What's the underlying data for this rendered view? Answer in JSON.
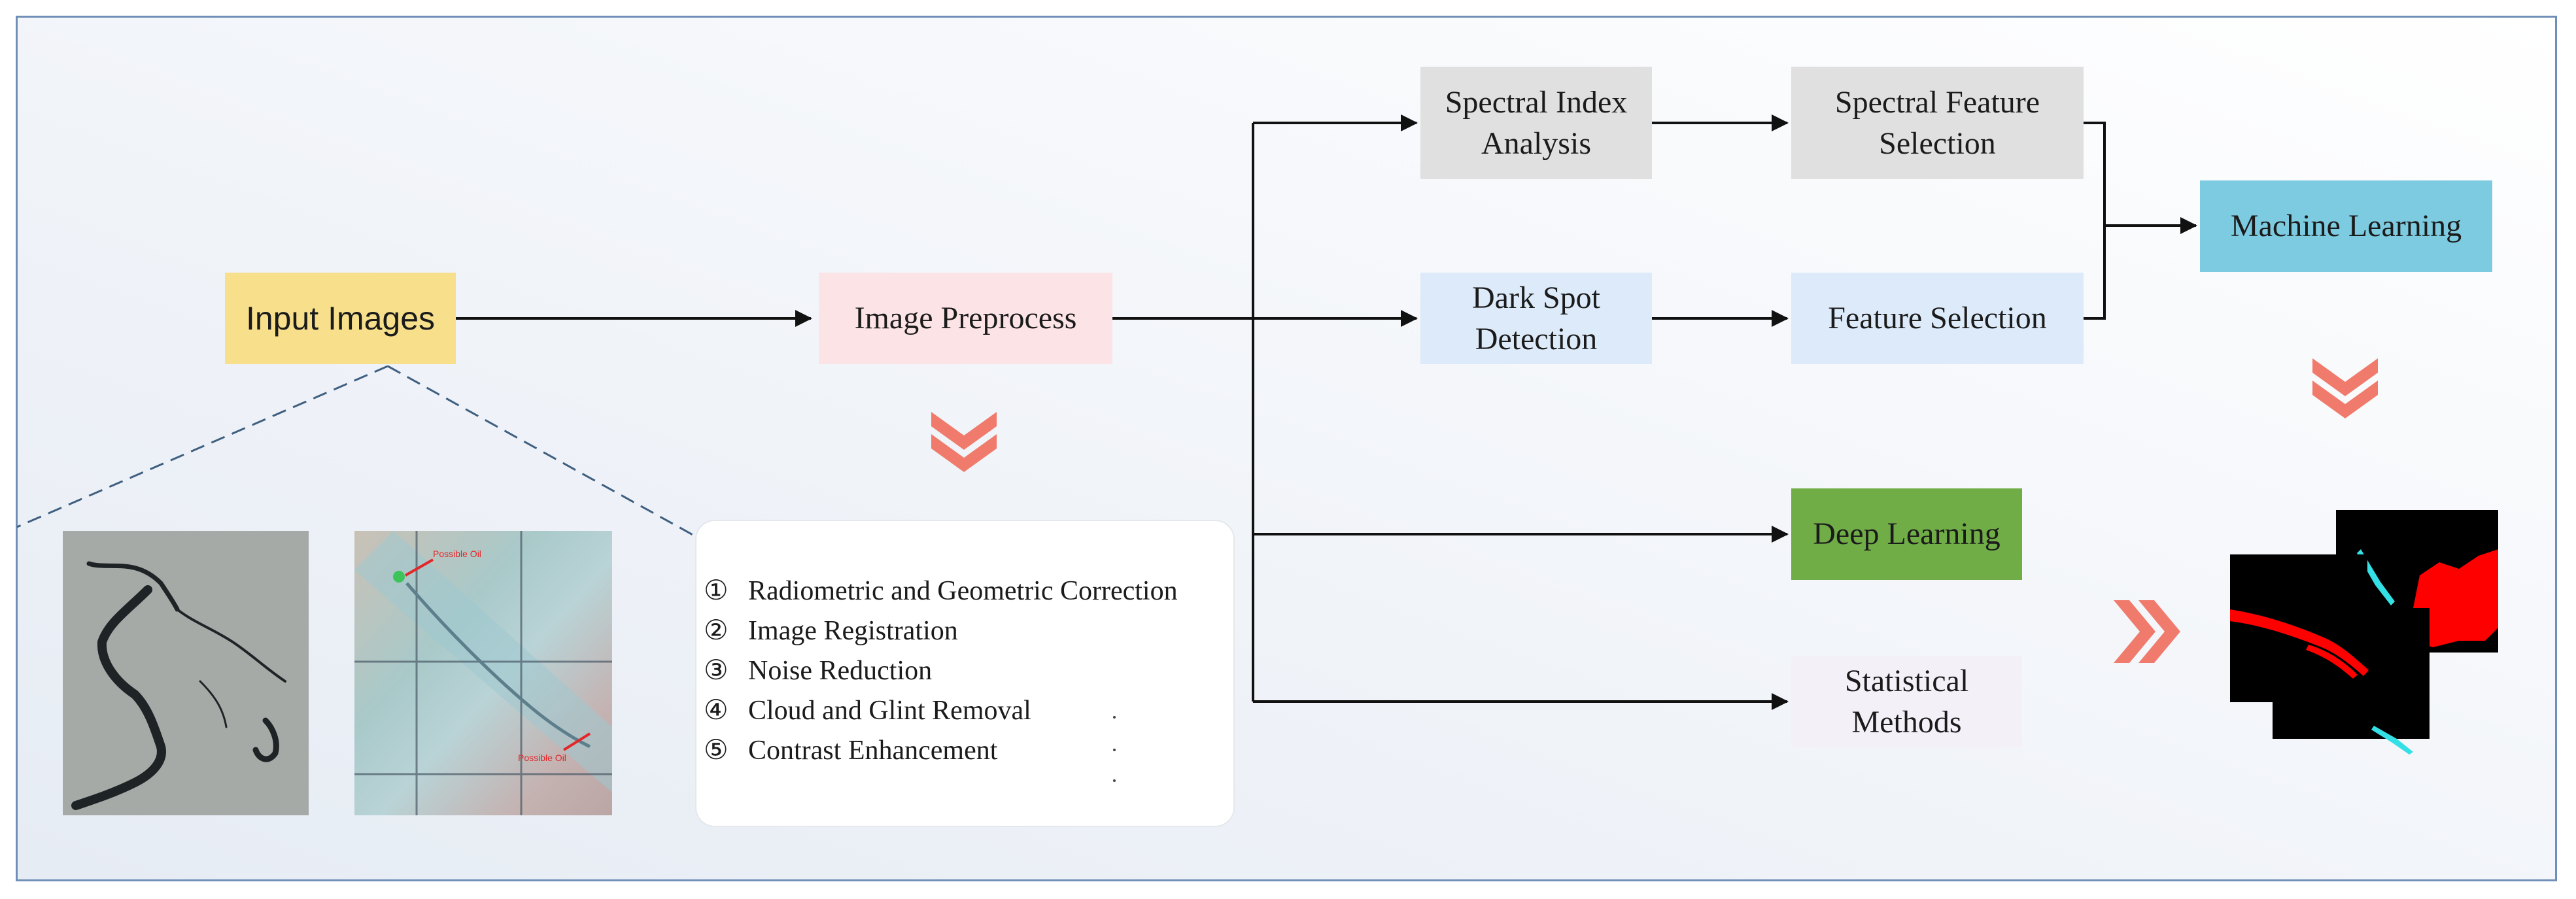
{
  "nodes": {
    "input_images": {
      "label": "Input Images",
      "color": "#f7df8b"
    },
    "image_preprocess": {
      "label": "Image Preprocess",
      "color": "#fbe3e6"
    },
    "spectral_index_analysis": {
      "label": "Spectral Index\nAnalysis",
      "color": "#e0e0e0"
    },
    "spectral_feature_selection": {
      "label": "Spectral Feature\nSelection",
      "color": "#e0e0e0"
    },
    "dark_spot_detection": {
      "label": "Dark Spot\nDetection",
      "color": "#ddeaf9"
    },
    "feature_selection": {
      "label": "Feature Selection",
      "color": "#ddeaf9"
    },
    "machine_learning": {
      "label": "Machine Learning",
      "color": "#7dcbe0"
    },
    "deep_learning": {
      "label": "Deep Learning",
      "color": "#70ad47"
    },
    "statistical_methods": {
      "label": "Statistical\nMethods",
      "color": "#f4f0f8"
    }
  },
  "preprocess_steps": [
    {
      "num": "①",
      "label": "Radiometric and Geometric Correction"
    },
    {
      "num": "②",
      "label": "Image Registration"
    },
    {
      "num": "③",
      "label": "Noise Reduction"
    },
    {
      "num": "④",
      "label": "Cloud and Glint Removal"
    },
    {
      "num": "⑤",
      "label": "Contrast Enhancement"
    }
  ],
  "thumbnails": {
    "sar": {
      "icon": "sar-oil-spill-image"
    },
    "optical": {
      "icon": "optical-oil-spill-image",
      "labels": [
        "Possible Oil",
        "Possible Oil"
      ]
    }
  },
  "output_map": {
    "icon": "segmentation-output-maps"
  },
  "colors": {
    "frame_border": "#6f8fb8",
    "chevron": "#f07b6c",
    "arrow": "#111111",
    "dashed": "#3f5f80",
    "segmentation_red": "#ff0000",
    "segmentation_cyan": "#33e0e6"
  }
}
